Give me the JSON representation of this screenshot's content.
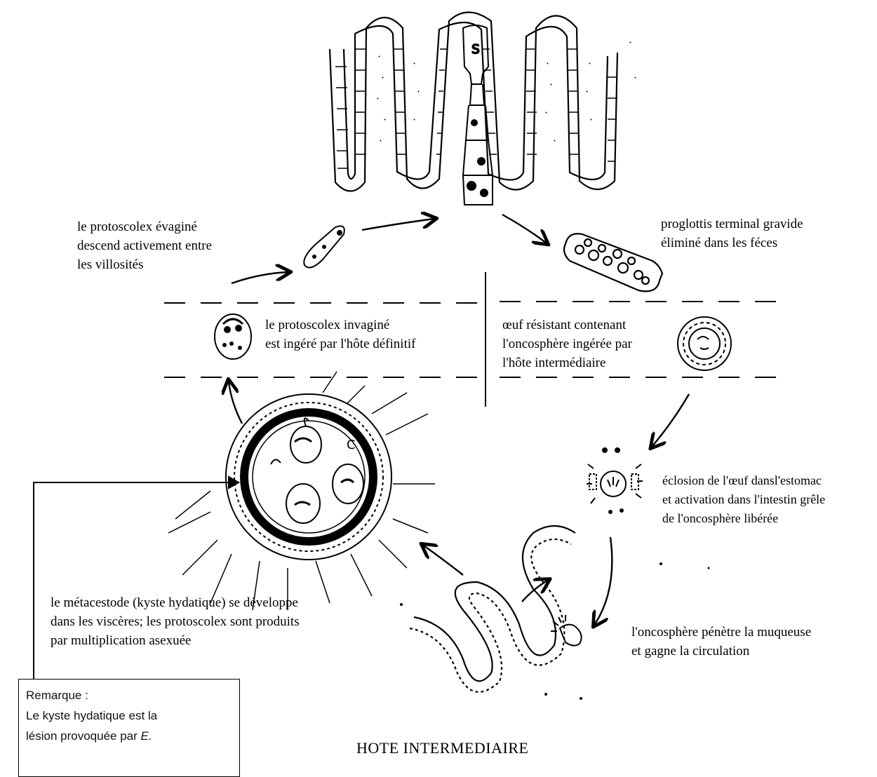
{
  "labels": {
    "protoscolex_evagine": [
      "le protoscolex évaginé",
      "descend activement entre",
      "les villosités"
    ],
    "proglottis": [
      "proglottis terminal gravide",
      "éliminé dans les féces"
    ],
    "protoscolex_invagine": [
      "le protoscolex invaginé",
      "est ingéré par l'hôte définitif"
    ],
    "oeuf": [
      "œuf résistant contenant",
      "l'oncosphère ingérée par",
      "l'hôte intermédiaire"
    ],
    "eclosion": [
      "éclosion de l'œuf dansl'estomac",
      "et activation dans l'intestin grêle",
      "de l'oncosphère libérée"
    ],
    "metacestode": [
      "le métacestode (kyste hydatique) se développe",
      "dans les viscères; les protoscolex sont produits",
      "par multiplication asexuée"
    ],
    "oncosphere": [
      "l'oncosphère pénètre la muqueuse",
      "et gagne la circulation"
    ]
  },
  "footer_title": "HOTE INTERMEDIAIRE",
  "note": {
    "heading": "Remarque :",
    "line1": "Le kyste hydatique est la",
    "line2_prefix": "lésion provoquée par ",
    "line2_italic": "E."
  },
  "scolex_letter": "S",
  "cyst_letter": "C"
}
